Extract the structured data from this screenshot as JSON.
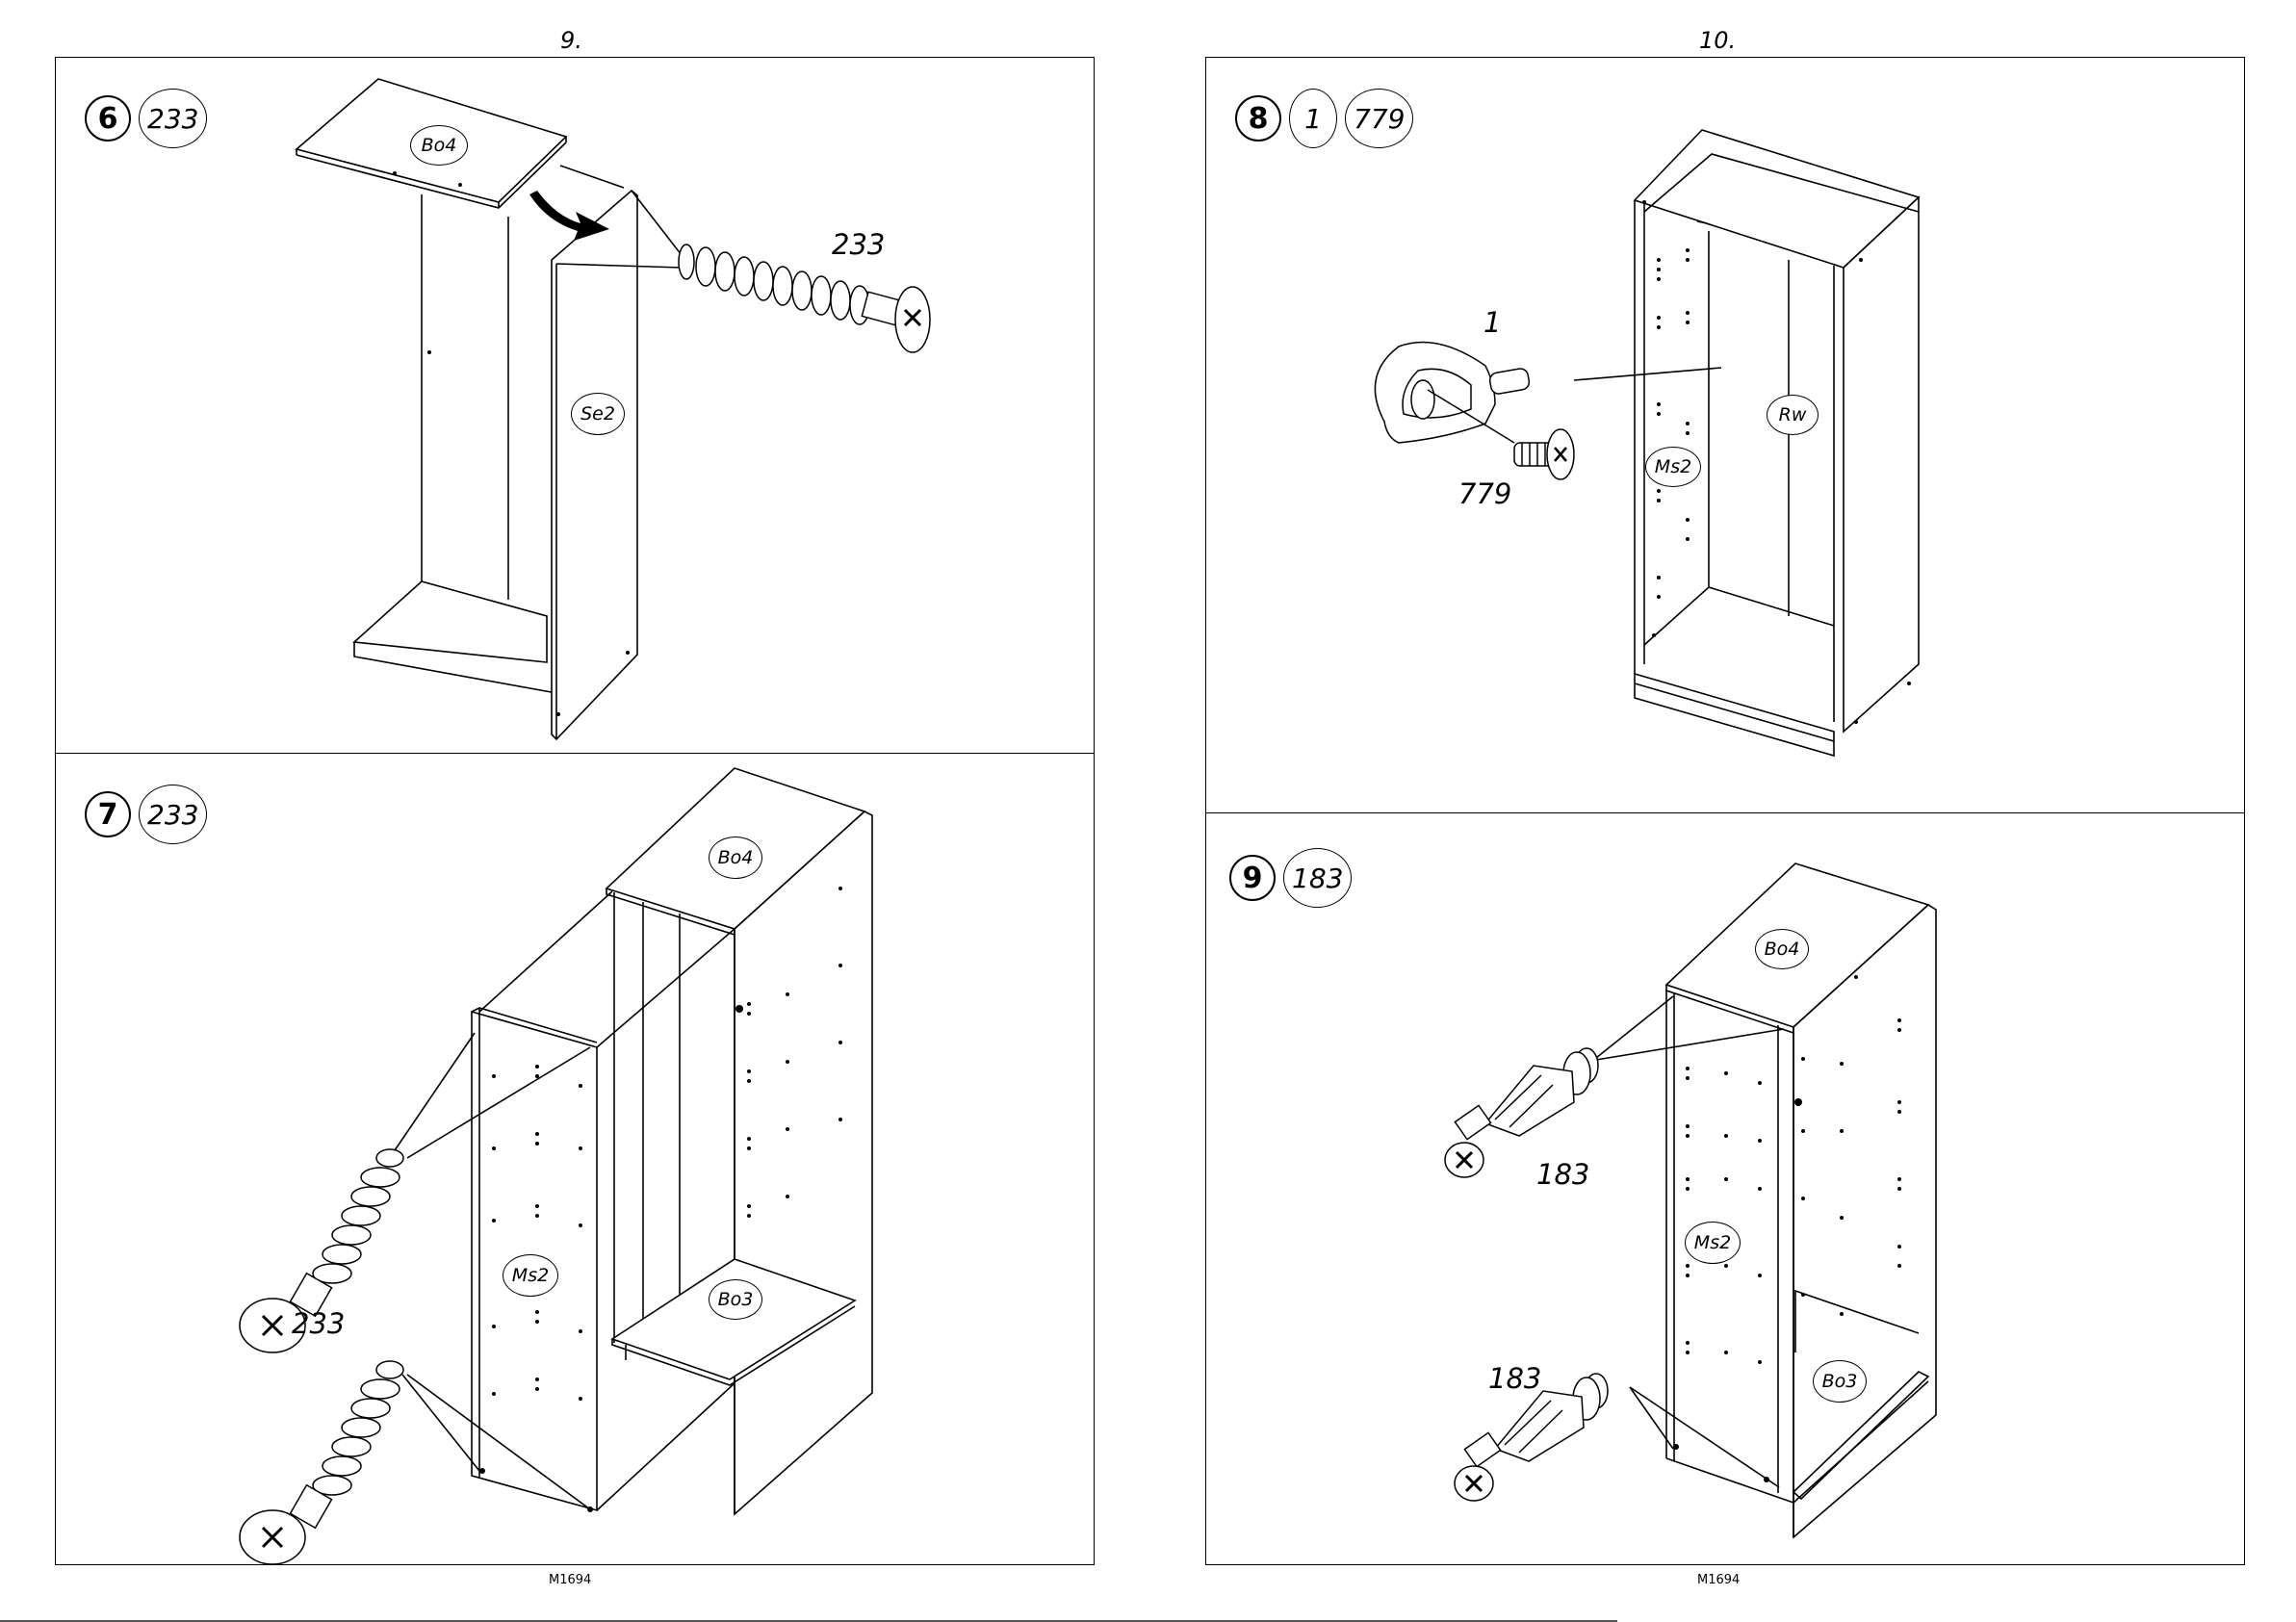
{
  "pages": [
    {
      "number": "9.",
      "code": "M1694"
    },
    {
      "number": "10.",
      "code": "M1694"
    }
  ],
  "steps": [
    {
      "number": "6",
      "quantities": [
        "233"
      ],
      "callouts": [
        "233"
      ],
      "parts": [
        "Bo4",
        "Se2"
      ]
    },
    {
      "number": "7",
      "quantities": [
        "233"
      ],
      "callouts": [
        "233"
      ],
      "parts": [
        "Bo4",
        "Ms2",
        "Bo3"
      ]
    },
    {
      "number": "8",
      "quantities": [
        "1",
        "779"
      ],
      "callouts": [
        "1",
        "779"
      ],
      "parts": [
        "Rw",
        "Ms2"
      ]
    },
    {
      "number": "9",
      "quantities": [
        "183"
      ],
      "callouts": [
        "183",
        "183"
      ],
      "parts": [
        "Bo4",
        "Ms2",
        "Bo3"
      ]
    }
  ],
  "icons": [
    "arrow-icon",
    "screw-icon",
    "cam-dowel-icon",
    "hanger-bracket-icon"
  ]
}
